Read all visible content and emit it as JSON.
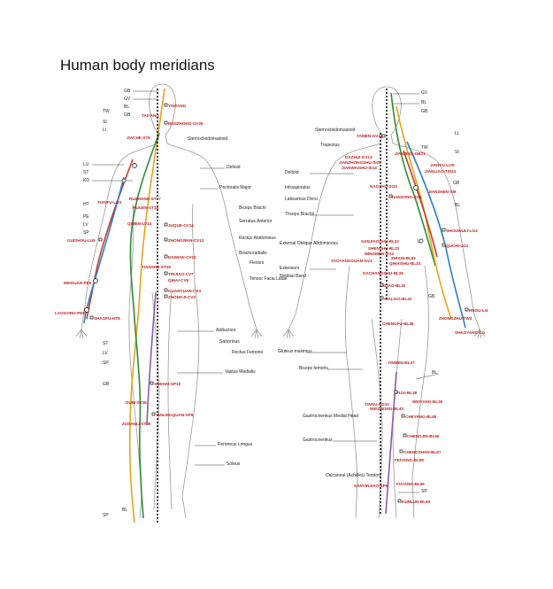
{
  "title": "Human body meridians",
  "colors": {
    "point": "#c0201f",
    "gold": "#e8a21a",
    "green": "#2e8b35",
    "red": "#c83a2a",
    "blue": "#2b7fc4",
    "purple": "#8c5aa8",
    "black": "#111111"
  },
  "front": {
    "channels": [
      "GB",
      "GV",
      "BL",
      "TW",
      "GB",
      "SI",
      "LI",
      "LU",
      "ST",
      "KD",
      "HT",
      "PE",
      "LV",
      "SP",
      "ST",
      "LV",
      "SP",
      "GB",
      "BL",
      "SP"
    ],
    "points": [
      "YINTANG",
      "TAIYANG",
      "RENZHONG-GV26",
      "JIACHE-ST6",
      "RUZHONG-ST17",
      "TIANFU-LU3",
      "RUGEN-ST18",
      "QIMEN-LV14",
      "JUQUE-CV14",
      "GUISHOU-LU5",
      "ZHONGWAN-CV12",
      "TIANSHU-ST25",
      "DAIWAN-CV10",
      "NEIGUAN-PE6",
      "TINJIAO-CV7",
      "QIHAI-CV6",
      "GUANYUAN-CV4",
      "ZHONGJI-CV3",
      "LAOGONG-PE8",
      "SHAOFU-HT8",
      "XUEHAI-SP10",
      "DUBI-ST35",
      "YINLINGQUAN-SP9",
      "ZUSANLI-ST36"
    ],
    "muscles": [
      "Sternocleidomastoid",
      "Deltoid",
      "Pectoralis Major",
      "Biceps Brachi",
      "Serratus Anterior",
      "Rectus Abdominus",
      "Brachoradialis",
      "Flexors",
      "Tensor Facia Latae",
      "Adductors",
      "Sartorious",
      "Rectus Femoris",
      "Vastus Medialis",
      "Peroneus Longus",
      "Soleus"
    ]
  },
  "back": {
    "channels": [
      "GV",
      "BL",
      "GB",
      "LI",
      "TW",
      "SI",
      "GB",
      "BL",
      "LV",
      "GB",
      "BL",
      "SP"
    ],
    "points": [
      "YAMEN-GV15",
      "DAZHUI-GV14",
      "JIANZHONGSHU-SI15",
      "JIANWAISHU-SI14",
      "JIANJING-GB21",
      "JIANYU-LI15",
      "JIANLIAO-TW14",
      "TIANZONG-SI11",
      "NAOSHU-SI10",
      "JIANZHEN-SI9",
      "SHOUWULI-LI13",
      "SANJIAOSHU-BL22",
      "SHENSHU-BL23",
      "QUCHI-LI11",
      "MINGMEN-GV4",
      "ZHISHI-BL52",
      "QIHAISHU-BL24",
      "YAOYANGGUAN-GV3",
      "DACHANGSHU-BL25",
      "CILIAO-BL32",
      "XIALIAO-BL32",
      "HEGU-LI4",
      "ZHONGZHU-TW3",
      "CHENGFU-BL36",
      "SHAOYANG-LI1",
      "YINMEN-BL37",
      "FUXI-BL38",
      "YINGU-KD10",
      "WEIYANG-BL39",
      "WEIZHONG-BL40",
      "CHEYANG-BL55",
      "CHENGJIN-BL56",
      "CHENGSHAN-BL57",
      "FEIYANG-BL58",
      "SANYINJIAO-SP6",
      "FUYANG-BL59",
      "KUNLUN-BL60"
    ],
    "muscles": [
      "Sternocleidomastoid",
      "Trapezius",
      "Deltoid",
      "Infraspinatus",
      "Latissimus Dorsi",
      "Triceps Brachii",
      "External Oblique Abdominous",
      "Extensors",
      "Illotibial Band",
      "Gluteus maximus",
      "Biceps femoris",
      "Gastrocnemius Medial Head",
      "Gastrocnemius",
      "Calcaneal (Achilles) Tendon"
    ]
  }
}
